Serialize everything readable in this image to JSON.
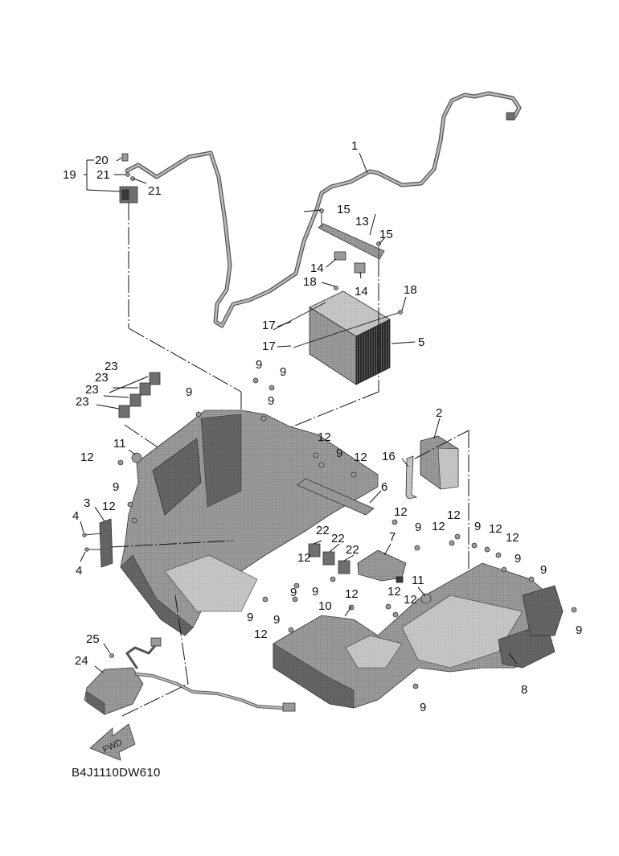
{
  "diagram": {
    "title": "Electrical parts diagram (battery, harness, ECU, under-seat tray)",
    "drawing_code": "B4J1110DW610",
    "direction_marker": "FWD",
    "parts": [
      {
        "ref": "1",
        "description": "wire harness"
      },
      {
        "ref": "2",
        "description": "control unit"
      },
      {
        "ref": "3",
        "description": "bracket plate"
      },
      {
        "ref": "4",
        "description": "bolt"
      },
      {
        "ref": "5",
        "description": "battery"
      },
      {
        "ref": "6",
        "description": "tray cover"
      },
      {
        "ref": "7",
        "description": "lid"
      },
      {
        "ref": "8",
        "description": "under tray"
      },
      {
        "ref": "9",
        "description": "clip"
      },
      {
        "ref": "10",
        "description": "screw"
      },
      {
        "ref": "11",
        "description": "grommet"
      },
      {
        "ref": "12",
        "description": "rivet"
      },
      {
        "ref": "13",
        "description": "battery band"
      },
      {
        "ref": "14",
        "description": "nut"
      },
      {
        "ref": "15",
        "description": "bolt"
      },
      {
        "ref": "16",
        "description": "stay"
      },
      {
        "ref": "17",
        "description": "bolt"
      },
      {
        "ref": "18",
        "description": "nut"
      },
      {
        "ref": "19",
        "description": "sub assy"
      },
      {
        "ref": "20",
        "description": "cap"
      },
      {
        "ref": "21",
        "description": "screw"
      },
      {
        "ref": "22",
        "description": "relay"
      },
      {
        "ref": "23",
        "description": "relay"
      },
      {
        "ref": "24",
        "description": "unit"
      },
      {
        "ref": "25",
        "description": "screw"
      }
    ],
    "callouts": [
      {
        "id": "c1",
        "label": "1"
      },
      {
        "id": "c2",
        "label": "2"
      },
      {
        "id": "c3",
        "label": "3"
      },
      {
        "id": "c4a",
        "label": "4"
      },
      {
        "id": "c4b",
        "label": "4"
      },
      {
        "id": "c5",
        "label": "5"
      },
      {
        "id": "c6",
        "label": "6"
      },
      {
        "id": "c7",
        "label": "7"
      },
      {
        "id": "c8",
        "label": "8"
      },
      {
        "id": "c9a",
        "label": "9"
      },
      {
        "id": "c9b",
        "label": "9"
      },
      {
        "id": "c9c",
        "label": "9"
      },
      {
        "id": "c9d",
        "label": "9"
      },
      {
        "id": "c9e",
        "label": "9"
      },
      {
        "id": "c9f",
        "label": "9"
      },
      {
        "id": "c9g",
        "label": "9"
      },
      {
        "id": "c9h",
        "label": "9"
      },
      {
        "id": "c9i",
        "label": "9"
      },
      {
        "id": "c9j",
        "label": "9"
      },
      {
        "id": "c9k",
        "label": "9"
      },
      {
        "id": "c9l",
        "label": "9"
      },
      {
        "id": "c9m",
        "label": "9"
      },
      {
        "id": "c9n",
        "label": "9"
      },
      {
        "id": "c9o",
        "label": "9"
      },
      {
        "id": "c9p",
        "label": "9"
      },
      {
        "id": "c10",
        "label": "10"
      },
      {
        "id": "c11a",
        "label": "11"
      },
      {
        "id": "c11b",
        "label": "11"
      },
      {
        "id": "c12a",
        "label": "12"
      },
      {
        "id": "c12b",
        "label": "12"
      },
      {
        "id": "c12c",
        "label": "12"
      },
      {
        "id": "c12d",
        "label": "12"
      },
      {
        "id": "c12e",
        "label": "12"
      },
      {
        "id": "c12f",
        "label": "12"
      },
      {
        "id": "c12g",
        "label": "12"
      },
      {
        "id": "c12h",
        "label": "12"
      },
      {
        "id": "c12i",
        "label": "12"
      },
      {
        "id": "c12j",
        "label": "12"
      },
      {
        "id": "c12k",
        "label": "12"
      },
      {
        "id": "c12l",
        "label": "12"
      },
      {
        "id": "c12m",
        "label": "12"
      },
      {
        "id": "c12n",
        "label": "12"
      },
      {
        "id": "c13",
        "label": "13"
      },
      {
        "id": "c14a",
        "label": "14"
      },
      {
        "id": "c14b",
        "label": "14"
      },
      {
        "id": "c15a",
        "label": "15"
      },
      {
        "id": "c15b",
        "label": "15"
      },
      {
        "id": "c16",
        "label": "16"
      },
      {
        "id": "c17a",
        "label": "17"
      },
      {
        "id": "c17b",
        "label": "17"
      },
      {
        "id": "c18a",
        "label": "18"
      },
      {
        "id": "c18b",
        "label": "18"
      },
      {
        "id": "c19",
        "label": "19"
      },
      {
        "id": "c20",
        "label": "20"
      },
      {
        "id": "c21a",
        "label": "21"
      },
      {
        "id": "c21b",
        "label": "21"
      },
      {
        "id": "c22a",
        "label": "22"
      },
      {
        "id": "c22b",
        "label": "22"
      },
      {
        "id": "c22c",
        "label": "22"
      },
      {
        "id": "c23a",
        "label": "23"
      },
      {
        "id": "c23b",
        "label": "23"
      },
      {
        "id": "c23c",
        "label": "23"
      },
      {
        "id": "c23d",
        "label": "23"
      },
      {
        "id": "c24",
        "label": "24"
      },
      {
        "id": "c25",
        "label": "25"
      }
    ]
  }
}
